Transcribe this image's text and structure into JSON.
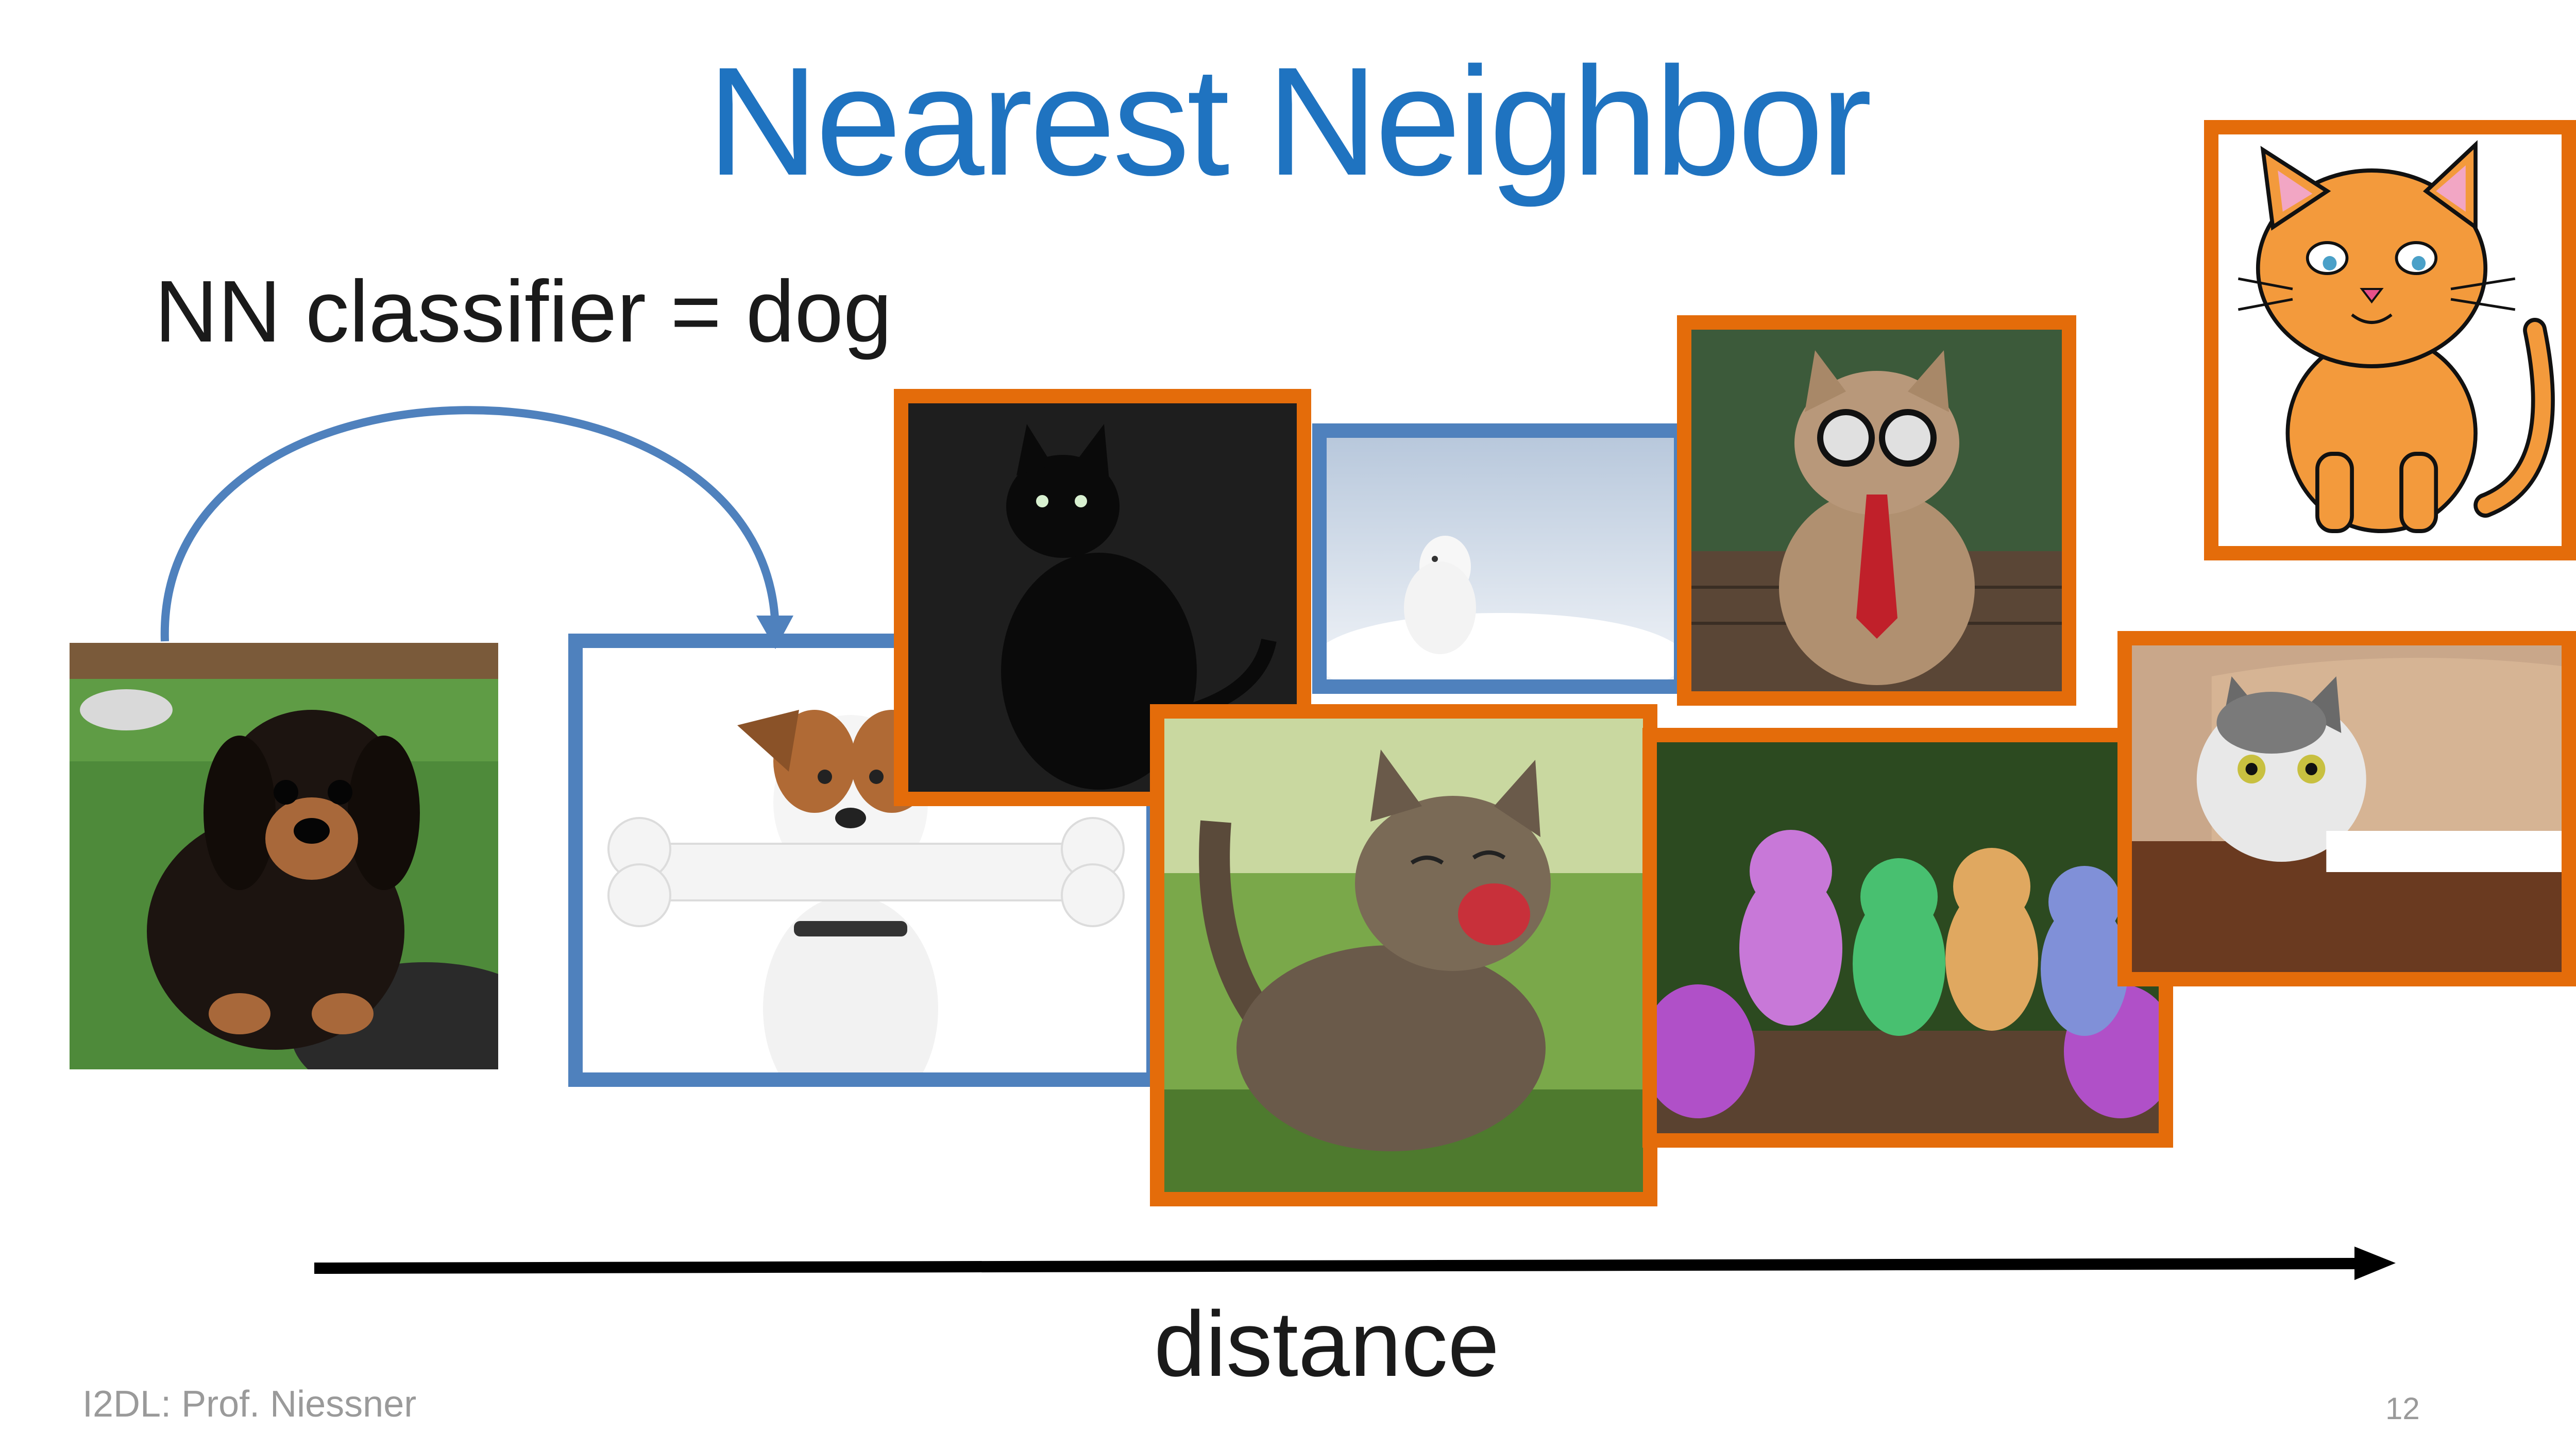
{
  "slide": {
    "title": "Nearest Neighbor",
    "subtitle": "NN classifier = dog",
    "axis_label": "distance",
    "footer": "I2DL: Prof. Niessner",
    "page_number": "12"
  },
  "colors": {
    "title": "#1f73c0",
    "cat_frame": "#e46c0a",
    "dog_frame": "#4f81bd",
    "arrow": "#000000",
    "arc_arrow": "#4f81bd"
  },
  "images": [
    {
      "id": "query-dog",
      "label": "dog",
      "depicts": "dachshund puppy on grass"
    },
    {
      "id": "neighbor-1",
      "label": "dog",
      "depicts": "terrier holding bone"
    },
    {
      "id": "neighbor-2",
      "label": "cat",
      "depicts": "black cat at night"
    },
    {
      "id": "neighbor-3",
      "label": "dog",
      "depicts": "white dog in snow"
    },
    {
      "id": "neighbor-4",
      "label": "cat",
      "depicts": "kitten meowing"
    },
    {
      "id": "neighbor-5",
      "label": "cat",
      "depicts": "cat with glasses and tie"
    },
    {
      "id": "neighbor-6",
      "label": "cat",
      "depicts": "colorful kittens on log"
    },
    {
      "id": "neighbor-7",
      "label": "cat",
      "depicts": "cat in paper bag"
    },
    {
      "id": "neighbor-8",
      "label": "cat",
      "depicts": "cartoon orange cat"
    }
  ]
}
